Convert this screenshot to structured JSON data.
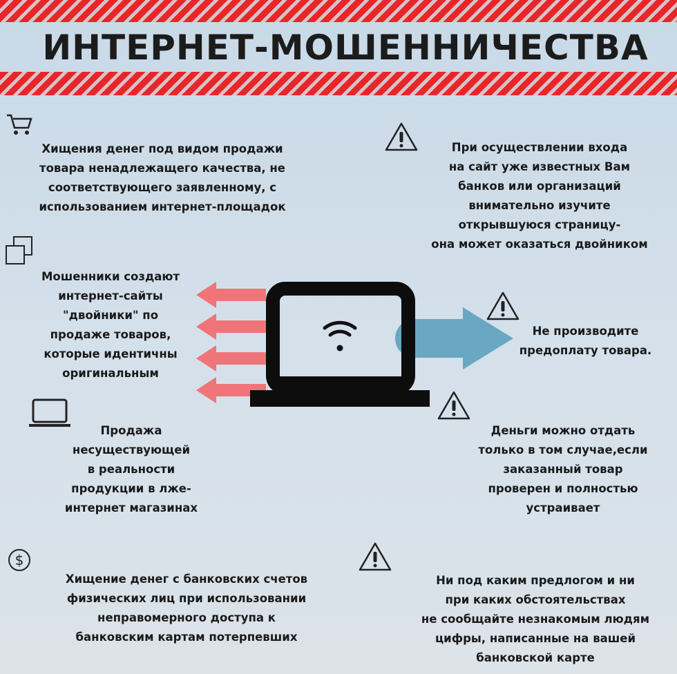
{
  "title": "ИНТЕРНЕТ-МОШЕННИЧЕСТВА",
  "colors": {
    "stripe": "#e8262a",
    "pink_arrow": "#ef7579",
    "blue_arrow": "#6aa7c2",
    "background": "#cfdde8"
  },
  "blocks": {
    "sale_low_quality": {
      "icon": "cart-icon",
      "text": "Хищения денег под видом продажи\nтовара ненадлежащего качества, не\nсоответствующего заявленному, с\nиспользованием интернет-площадок"
    },
    "check_page": {
      "icon": "warning-icon",
      "text": "При осуществлении входа\nна сайт уже известных Вам\nбанков или организаций\nвнимательно изучите\nоткрывшуюся страницу-\nона может оказаться двойником"
    },
    "clone_sites": {
      "icon": "copy-icon",
      "text": "Мошенники создают\nинтернет-сайты\n\"двойники\" по\nпродаже товаров,\nкоторые идентичны\nоригинальным"
    },
    "no_prepay": {
      "icon": "warning-icon",
      "text": "Не производите\nпредоплату товара."
    },
    "fake_shops": {
      "icon": "laptop-icon",
      "text": "Продажа\nнесуществующей\nв реальности\nпродукции в лже-\nинтернет магазинах"
    },
    "pay_after_check": {
      "icon": "warning-icon",
      "text": "Деньги можно отдать\nтолько в том случае,если\nзаказанный товар\nпроверен и полностью\nустраивает"
    },
    "bank_theft": {
      "icon": "dollar-icon",
      "text": "Хищение денег с банковских счетов\nфизических лиц при использовании\nнеправомерного доступа к\nбанковским картам потерпевших"
    },
    "card_digits": {
      "icon": "warning-icon",
      "text": "Ни под каким предлогом и ни\nпри каких обстоятельствах\nне сообщайте незнакомым людям\nцифры, написанные на вашей\nбанковской карте"
    }
  }
}
